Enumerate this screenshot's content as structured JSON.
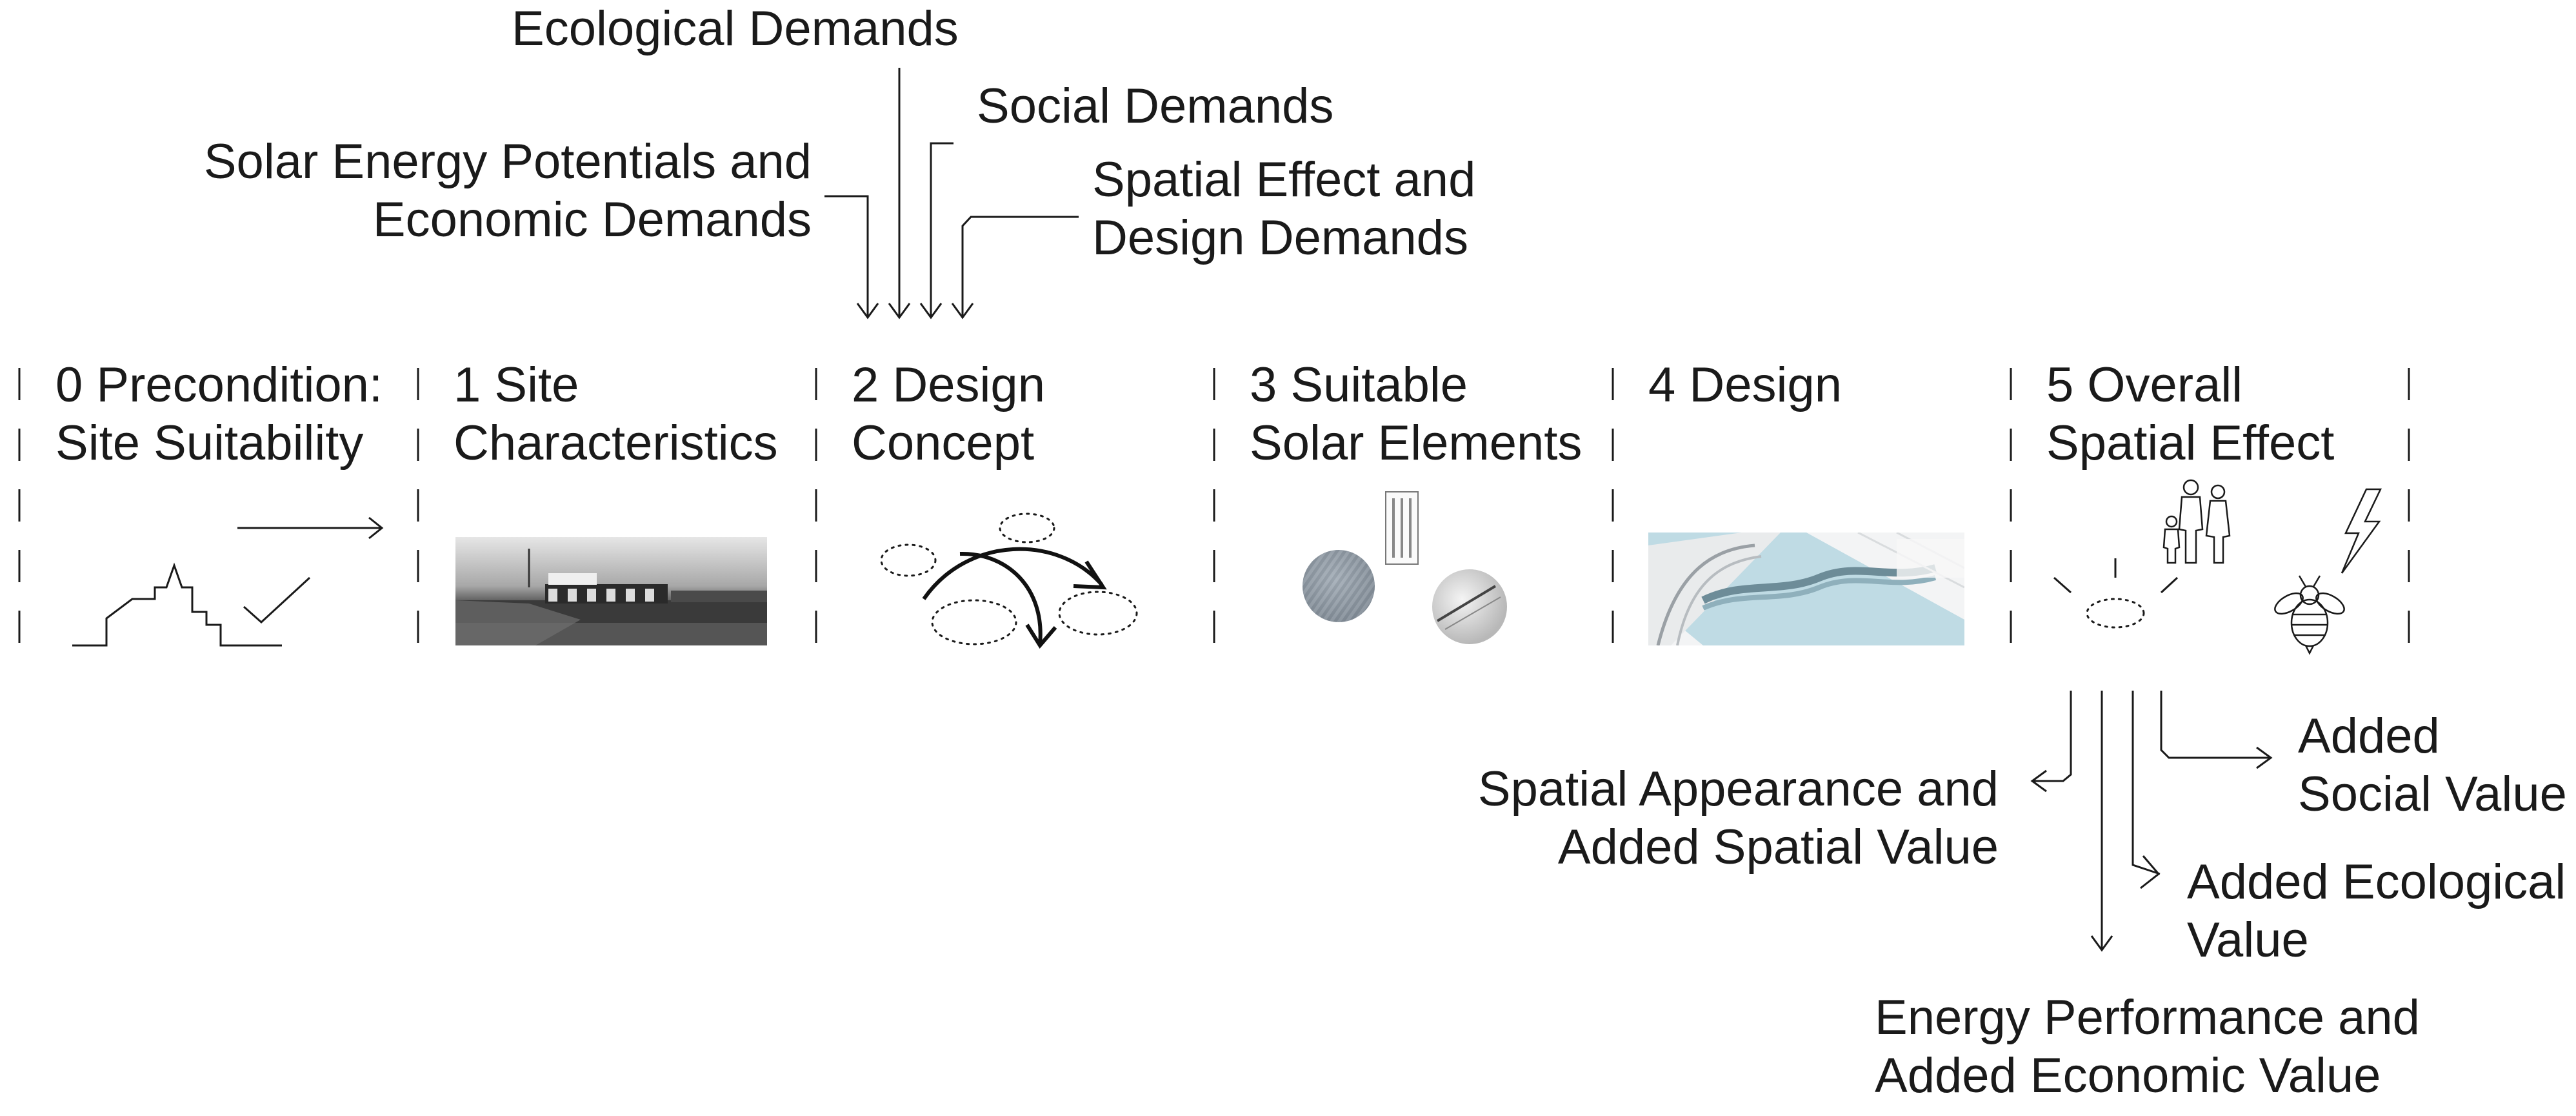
{
  "inputs": {
    "ecological": "Ecological Demands",
    "social": "Social Demands",
    "solar_line1": "Solar Energy Potentials  and",
    "solar_line2": "Economic Demands",
    "spatial_line1": "Spatial Effect and",
    "spatial_line2": "Design Demands"
  },
  "steps": [
    {
      "line1": "0 Precondition:",
      "line2": "Site Suitability",
      "icon": "town-skyline-checkmark-icon"
    },
    {
      "line1": "1 Site",
      "line2": "Characteristics",
      "icon": "site-photo"
    },
    {
      "line1": "2 Design",
      "line2": "Concept",
      "icon": "concept-arrows-icon"
    },
    {
      "line1": "3 Suitable",
      "line2": "Solar Elements",
      "icon": "solar-elements-icon"
    },
    {
      "line1": "4 Design",
      "line2": "",
      "icon": "design-rendering"
    },
    {
      "line1": "5 Overall",
      "line2": "Spatial Effect",
      "icon": "people-bee-lightning-icon"
    }
  ],
  "outputs": {
    "spatial_line1": "Spatial Appearance and",
    "spatial_line2": "Added Spatial Value",
    "social_line1": "Added",
    "social_line2": "Social Value",
    "ecological_line1": "Added Ecological",
    "ecological_line2": "Value",
    "energy_line1": "Energy Performance and",
    "energy_line2": "Added Economic Value"
  }
}
